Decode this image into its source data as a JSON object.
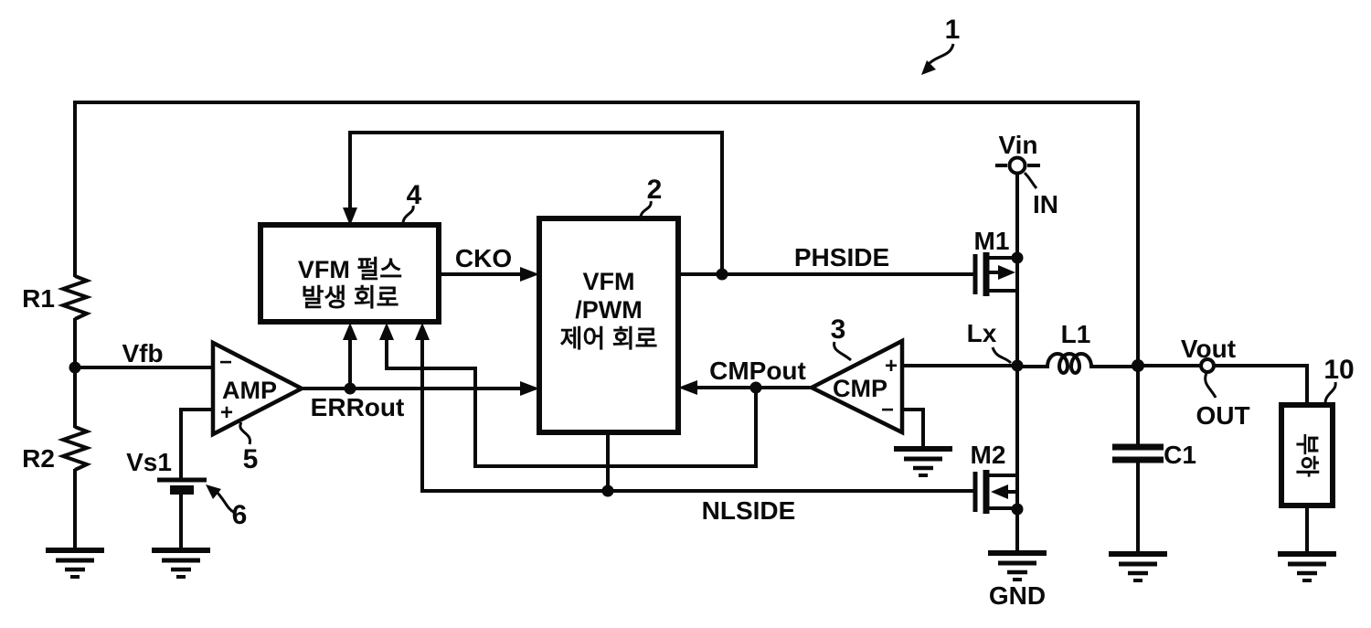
{
  "figure": {
    "ref_main": "1",
    "nodes": {
      "vin": "Vin",
      "in": "IN",
      "vout": "Vout",
      "out": "OUT",
      "gnd": "GND",
      "vfb": "Vfb",
      "lx": "Lx",
      "errout": "ERRout",
      "cko": "CKO",
      "phside": "PHSIDE",
      "cmpout": "CMPout",
      "nlside": "NLSIDE"
    },
    "components": {
      "r1": "R1",
      "r2": "R2",
      "c1": "C1",
      "l1": "L1",
      "m1": "M1",
      "m2": "M2",
      "vs1": "Vs1",
      "vs1_ref": "6",
      "amp": {
        "label": "AMP",
        "ref": "5",
        "minus": "−",
        "plus": "+"
      },
      "cmp": {
        "label": "CMP",
        "ref": "3",
        "minus": "−",
        "plus": "+"
      },
      "pulse_block": {
        "ref": "4",
        "line1": "VFM 펄스",
        "line2": "발생 회로"
      },
      "control_block": {
        "ref": "2",
        "line1": "VFM",
        "line2": "/PWM",
        "line3": "제어 회로"
      },
      "load_block": {
        "ref": "10",
        "label": "부하"
      }
    }
  }
}
